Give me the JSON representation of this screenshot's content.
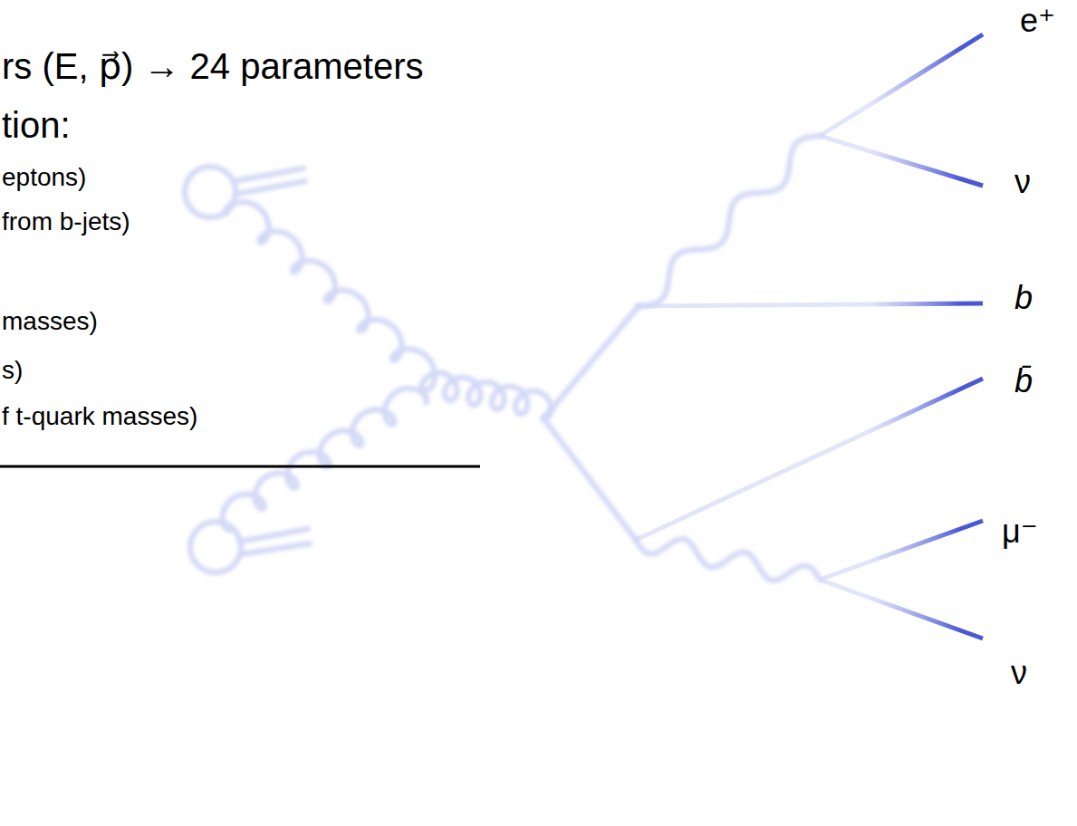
{
  "diagram": {
    "labels": [
      "rs (E, p⃗) → 24 parameters",
      "tion:",
      "eptons)",
      "from b-jets)",
      "masses)",
      "s)",
      "f t-quark masses)",
      "e⁺",
      "ν",
      "b",
      "b̄",
      "μ⁻",
      "ν"
    ]
  }
}
